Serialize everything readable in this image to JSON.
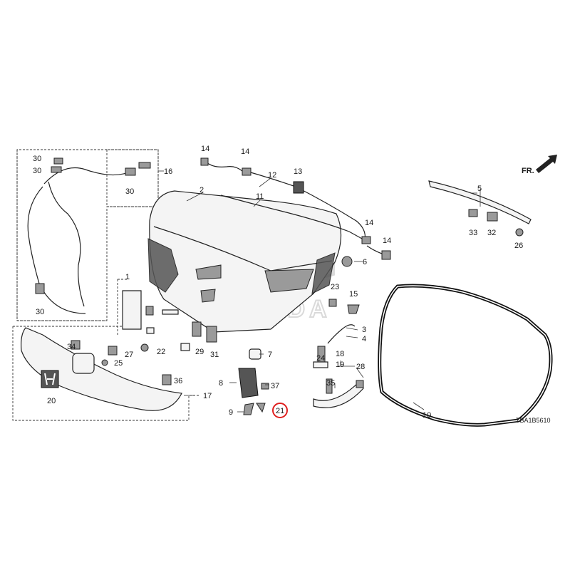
{
  "diagram_code": "TBA1B5610",
  "direction_label": "FR.",
  "highlighted_callout": "21",
  "callouts": [
    "1",
    "2",
    "3",
    "4",
    "5",
    "6",
    "7",
    "8",
    "9",
    "10",
    "11",
    "12",
    "13",
    "14",
    "14",
    "14",
    "14",
    "15",
    "16",
    "17",
    "18",
    "19",
    "20",
    "21",
    "22",
    "23",
    "24",
    "25",
    "26",
    "27",
    "28",
    "29",
    "30",
    "30",
    "30",
    "30",
    "31",
    "32",
    "33",
    "34",
    "35",
    "36",
    "37"
  ],
  "accent_color": "#e0201f",
  "watermark_color": "#bdbdbd"
}
